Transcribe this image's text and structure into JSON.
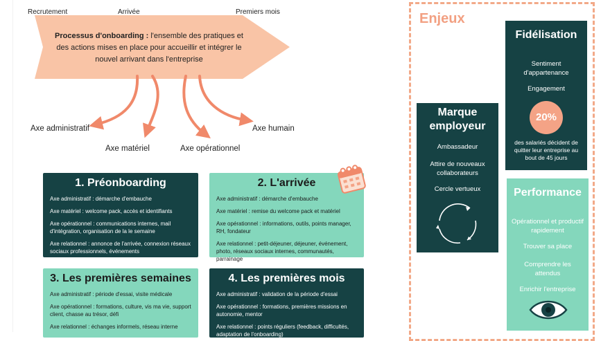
{
  "phases": [
    "Recrutement",
    "Arrivée",
    "Premiers mois"
  ],
  "process": {
    "term": "Processus d'onboarding :",
    "definition": "l'ensemble des pratiques et des actions mises en place pour accueillir et intégrer le nouvel arrivant dans l'entreprise"
  },
  "axes": [
    "Axe administratif",
    "Axe matériel",
    "Axe opérationnel",
    "Axe humain"
  ],
  "cards": [
    {
      "title": "1. Préonboarding",
      "items": [
        "Axe administratif : démarche d'embauche",
        "Axe matériel : welcome pack, accès et identifiants",
        "Axe opérationnel : communications internes, mail d'intégration, organisation de la le semaine",
        "Axe relationnel : annonce de l'arrivée, connexion réseaux sociaux professionnels, événements"
      ]
    },
    {
      "title": "2. L'arrivée",
      "items": [
        "Axe administratif : démarche d'embauche",
        "Axe matériel : remise du welcome pack et matériel",
        "Axe opérationnel : informations, outils, points manager, RH, fondateur",
        "Axe relationnel : petit-déjeuner, déjeuner, événement, photo, réseaux sociaux internes, communautés, parrainage"
      ]
    },
    {
      "title": "3. Les premières semaines",
      "items": [
        "Axe administratif : période d'essai, visite médicale",
        "Axe opérationnel : formations, culture, vis ma vie, support client, chasse au trésor, défi",
        "Axe relationnel : échanges informels, réseau interne"
      ]
    },
    {
      "title": "4. Les premières mois",
      "items": [
        "Axe administratif : validation de la période d'essai",
        "Axe opérationnel : formations, premières missions en autonomie, mentor",
        "Axe relationnel : points réguliers (feedback, difficultés, adaptation de l'onboarding)"
      ]
    }
  ],
  "enjeux": {
    "title": "Enjeux",
    "marque": {
      "title": "Marque employeur",
      "items": [
        "Ambassadeur",
        "Attire de nouveaux collaborateurs",
        "Cercle vertueux"
      ]
    },
    "fidelisation": {
      "title": "Fidélisation",
      "items": [
        "Sentiment d'appartenance",
        "Engagement"
      ],
      "stat": "20%",
      "stat_text": "des salariés décident de quitter leur entreprise au bout de 45 jours"
    },
    "performance": {
      "title": "Performance",
      "items": [
        "Opérationnel et productif rapidement",
        "Trouver sa place",
        "Comprendre les attendus",
        "Enrichir l'entreprise"
      ]
    }
  },
  "colors": {
    "dark_teal": "#164244",
    "mint": "#84d7bc",
    "peach": "#f9c4a6",
    "coral": "#f0896a",
    "dashed_border": "#f2a988"
  },
  "icons": [
    "calendar-icon",
    "cycle-arrows-icon",
    "eye-icon"
  ]
}
